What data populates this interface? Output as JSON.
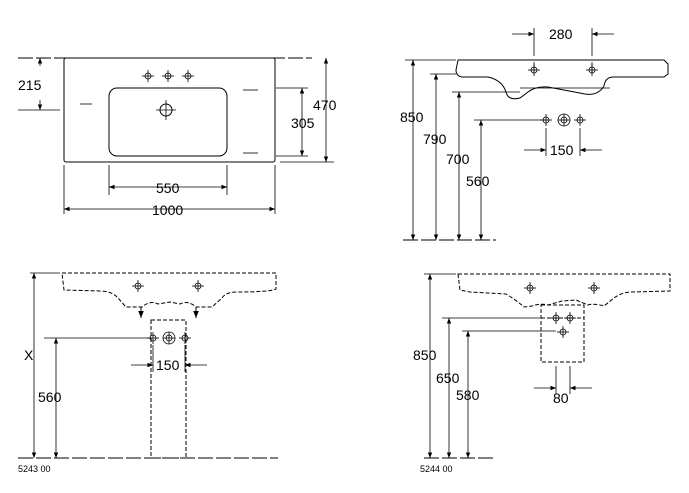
{
  "views": {
    "top": {
      "dim_215": "215",
      "dim_470": "470",
      "dim_305": "305",
      "dim_550": "550",
      "dim_1000": "1000"
    },
    "side": {
      "dim_280": "280",
      "dim_850": "850",
      "dim_790": "790",
      "dim_700": "700",
      "dim_560": "560",
      "dim_150": "150"
    },
    "front_5243": {
      "dim_x": "X",
      "dim_560": "560",
      "dim_150": "150",
      "code": "5243 00"
    },
    "front_5244": {
      "dim_850": "850",
      "dim_650": "650",
      "dim_580": "580",
      "dim_80": "80",
      "code": "5244 00"
    }
  }
}
